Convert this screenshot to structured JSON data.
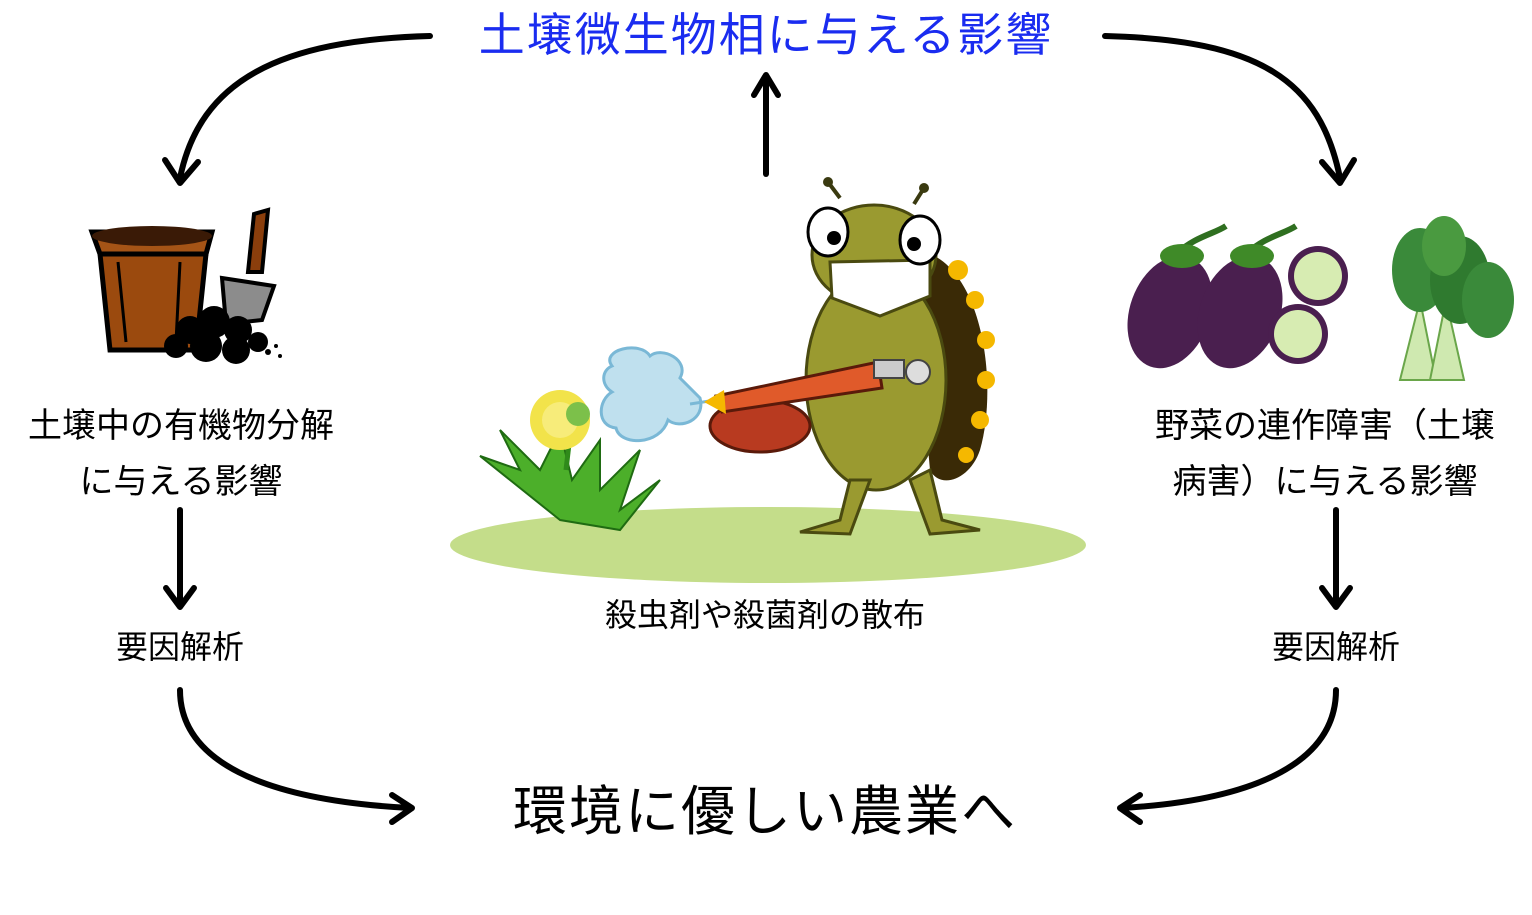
{
  "title": "土壌微生物相に与える影響",
  "left": {
    "label_line1": "土壌中の有機物分解",
    "label_line2": "に与える影響",
    "factor": "要因解析"
  },
  "center": {
    "caption": "殺虫剤や殺菌剤の散布"
  },
  "right": {
    "label_line1": "野菜の連作障害（土壌",
    "label_line2": "病害）に与える影響",
    "factor": "要因解析"
  },
  "goal": "環境に優しい農業へ",
  "colors": {
    "title": "#1a2cf0",
    "arrow": "#000000",
    "ground": "#c4dd8a",
    "pot": "#9b4a0e",
    "eggplant": "#4a1f4f",
    "bug": "#9a9a30"
  },
  "icons": [
    "flower-pot-icon",
    "trowel-icon",
    "bug-character",
    "spray-gun-icon",
    "dandelion-icon",
    "eggplant-icon",
    "leafy-greens-icon"
  ]
}
